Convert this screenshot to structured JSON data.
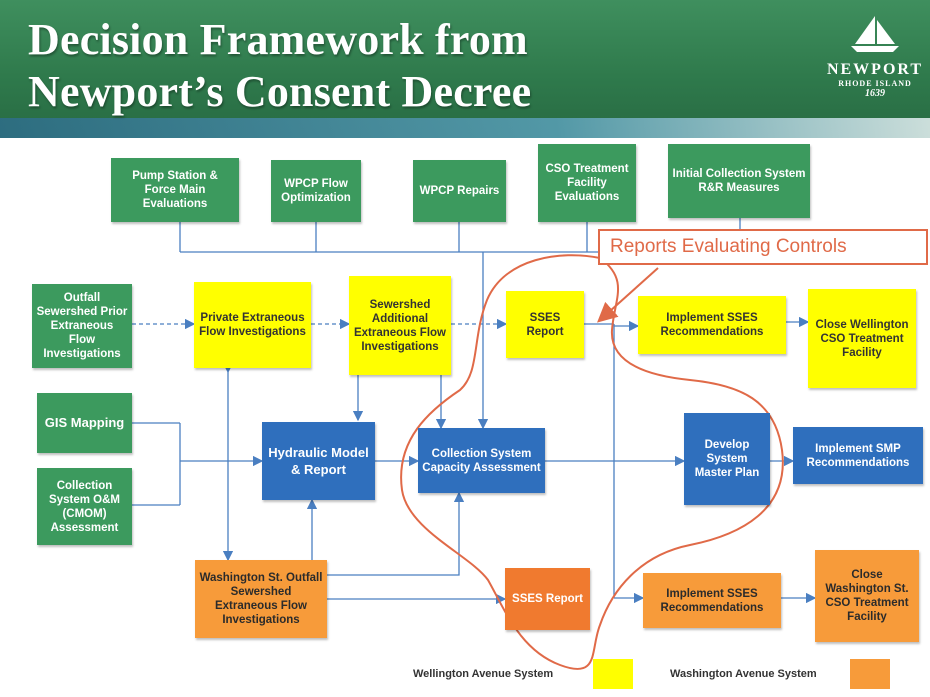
{
  "header": {
    "title_line1": "Decision Framework from",
    "title_line2": "Newport’s Consent Decree",
    "logo": {
      "name": "NEWPORT",
      "state": "RHODE ISLAND",
      "year": "1639"
    }
  },
  "callout": "Reports Evaluating Controls",
  "boxes": {
    "pump_station": "Pump Station & Force Main Evaluations",
    "wpcp_flow": "WPCP Flow Optimization",
    "wpcp_repairs": "WPCP Repairs",
    "cso_treatment": "CSO Treatment Facility Evaluations",
    "initial_rr": "Initial Collection System R&R Measures",
    "outfall": "Outfall Sewershed Prior Extraneous Flow Investigations",
    "private": "Private Extraneous Flow Investigations",
    "sewershed": "Sewershed Additional Extraneous Flow Investigations",
    "sses_yellow": "SSES Report",
    "implement_sses_yellow": "Implement SSES Recommendations",
    "close_wellington": "Close Wellington CSO Treatment Facility",
    "gis": "GIS Mapping",
    "hydraulic": "Hydraulic Model & Report",
    "capacity": "Collection System Capacity Assessment",
    "smp": "Develop System Master Plan",
    "implement_smp": "Implement SMP Recommendations",
    "cmom": "Collection System O&M (CMOM) Assessment",
    "washington_outfall": "Washington St. Outfall Sewershed Extraneous Flow Investigations",
    "sses_orange": "SSES Report",
    "implement_sses_orange": "Implement SSES Recommendations",
    "close_washington": "Close Washington St. CSO Treatment Facility"
  },
  "legend": {
    "wellington": {
      "label": "Wellington Avenue System",
      "color": "#ffff00"
    },
    "washington": {
      "label": "Washington Avenue System",
      "color": "#f79b3a"
    }
  },
  "colors": {
    "header_green": "#2f7a4c",
    "green_box": "#3c9a5e",
    "yellow_box": "#ffff00",
    "blue_box": "#2f6fbd",
    "orange_box": "#f79b3a",
    "connector": "#4a7fc1",
    "annotation": "#e06a48"
  }
}
